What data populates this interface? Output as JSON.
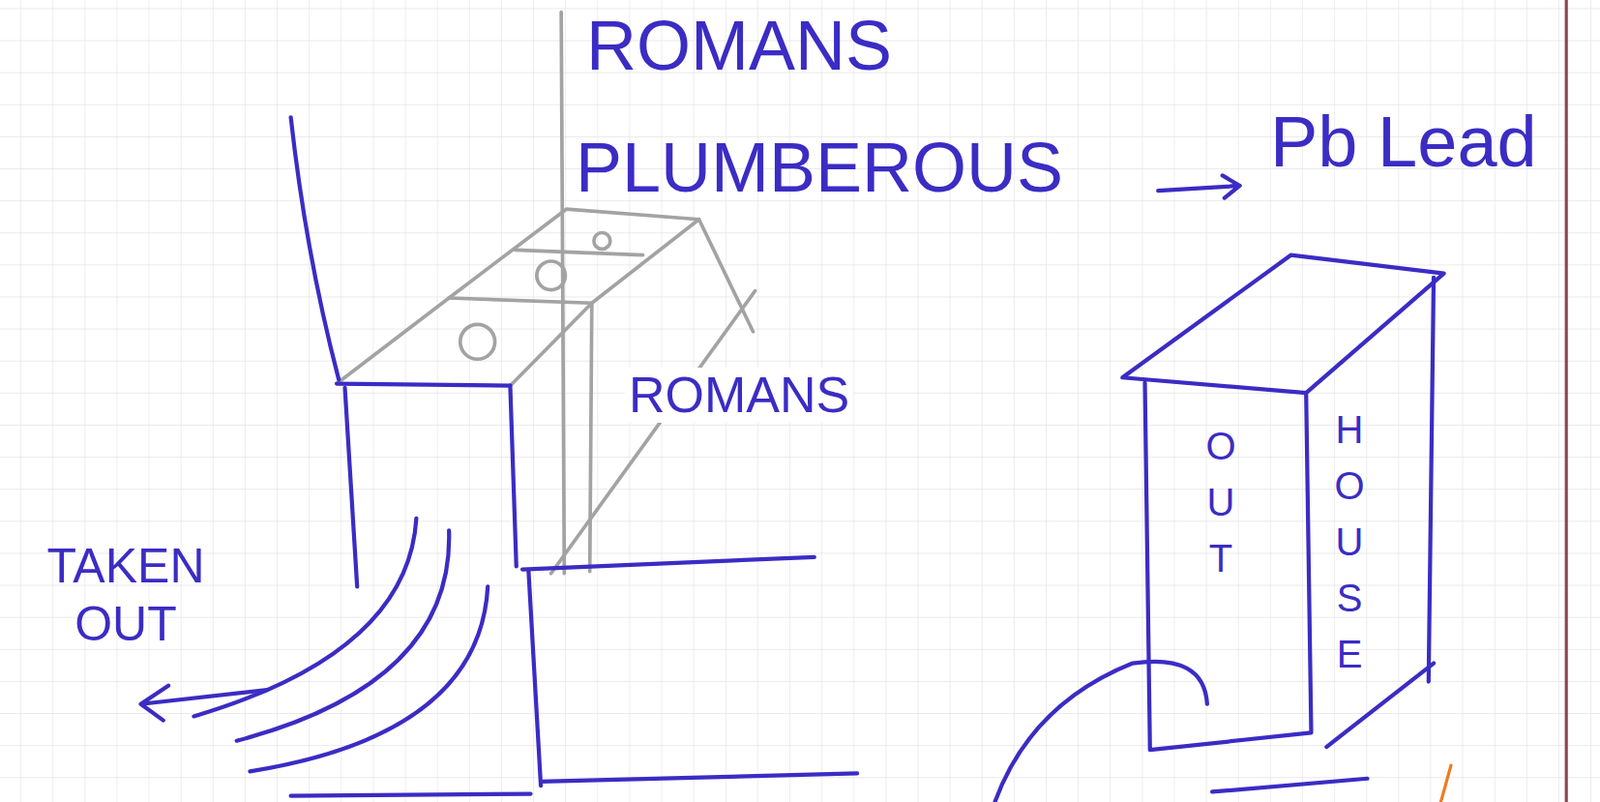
{
  "diagram": {
    "labels": [
      "ROMANS",
      "PLUMBEROUS",
      "Pb Lead",
      "ROMANS",
      "TAKEN OUT",
      "OUT",
      "HOUSE"
    ]
  }
}
